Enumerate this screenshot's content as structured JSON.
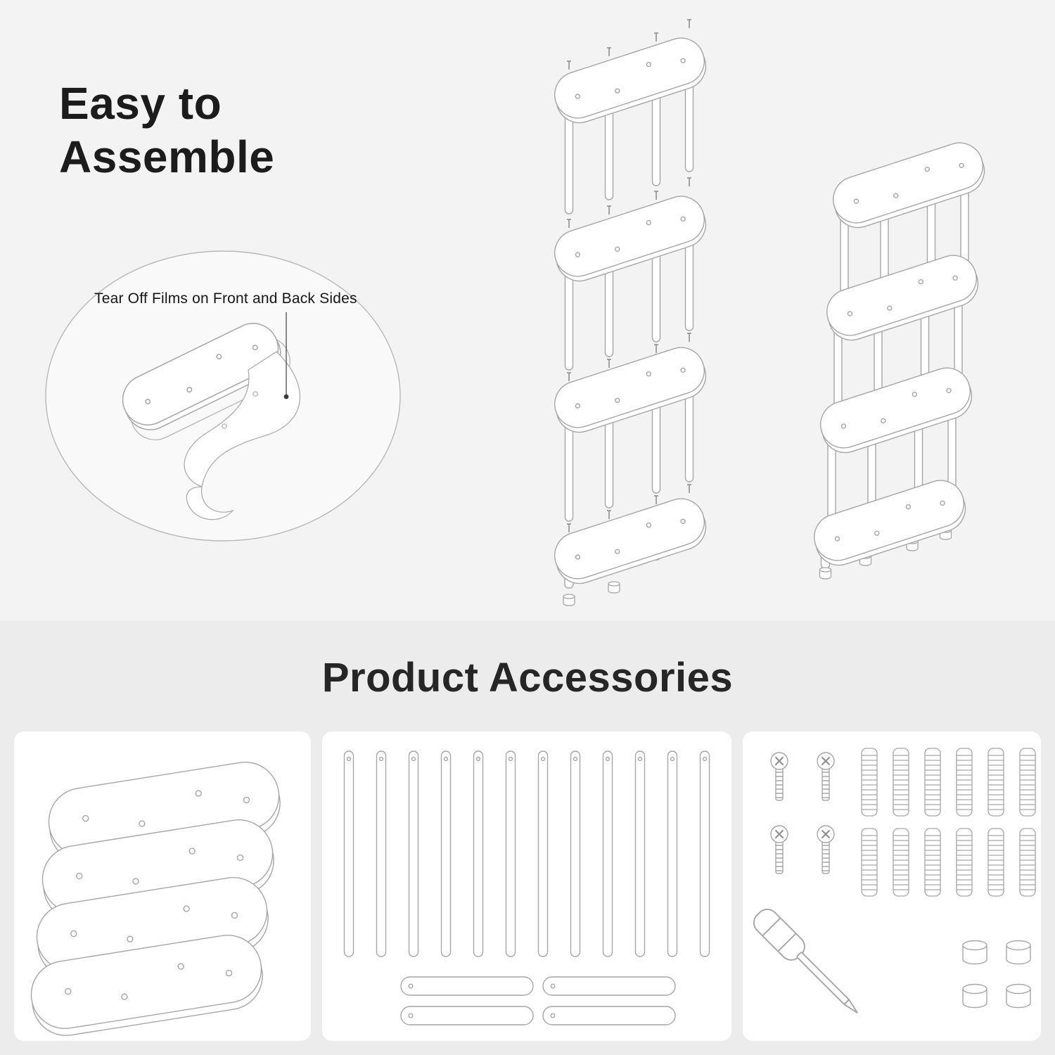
{
  "colors": {
    "top_background": "#f2f3f2",
    "bottom_background": "#ececec",
    "panel_background": "#ffffff",
    "line_art": "#a6a6a6",
    "heading_text": "#1c1c1c"
  },
  "assemble_section": {
    "heading_line1": "Easy to",
    "heading_line2": "Assemble",
    "film_callout": "Tear Off Films on Front and Back Sides"
  },
  "accessories_section": {
    "heading": "Product Accessories"
  }
}
